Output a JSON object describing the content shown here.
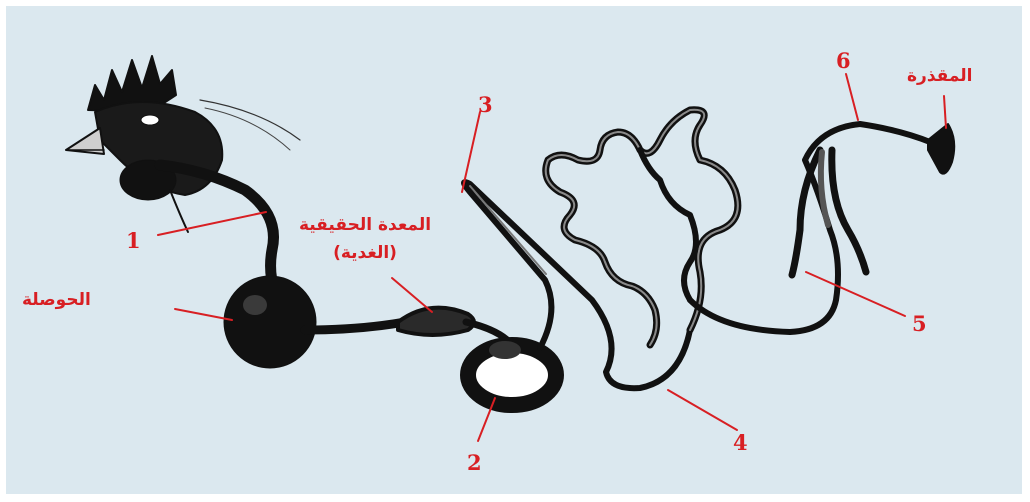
{
  "colors": {
    "background": "#dbe8ef",
    "label": "#d81f23",
    "organ": "#111111"
  },
  "labels": {
    "num_1": "1",
    "num_2": "2",
    "num_3": "3",
    "num_4": "4",
    "num_5": "5",
    "num_6": "6",
    "crop": "الحوصلة",
    "proventriculus_line1": "المعدة الحقيقية",
    "proventriculus_line2": "(الغدية)",
    "cloaca": "المقذرة"
  }
}
